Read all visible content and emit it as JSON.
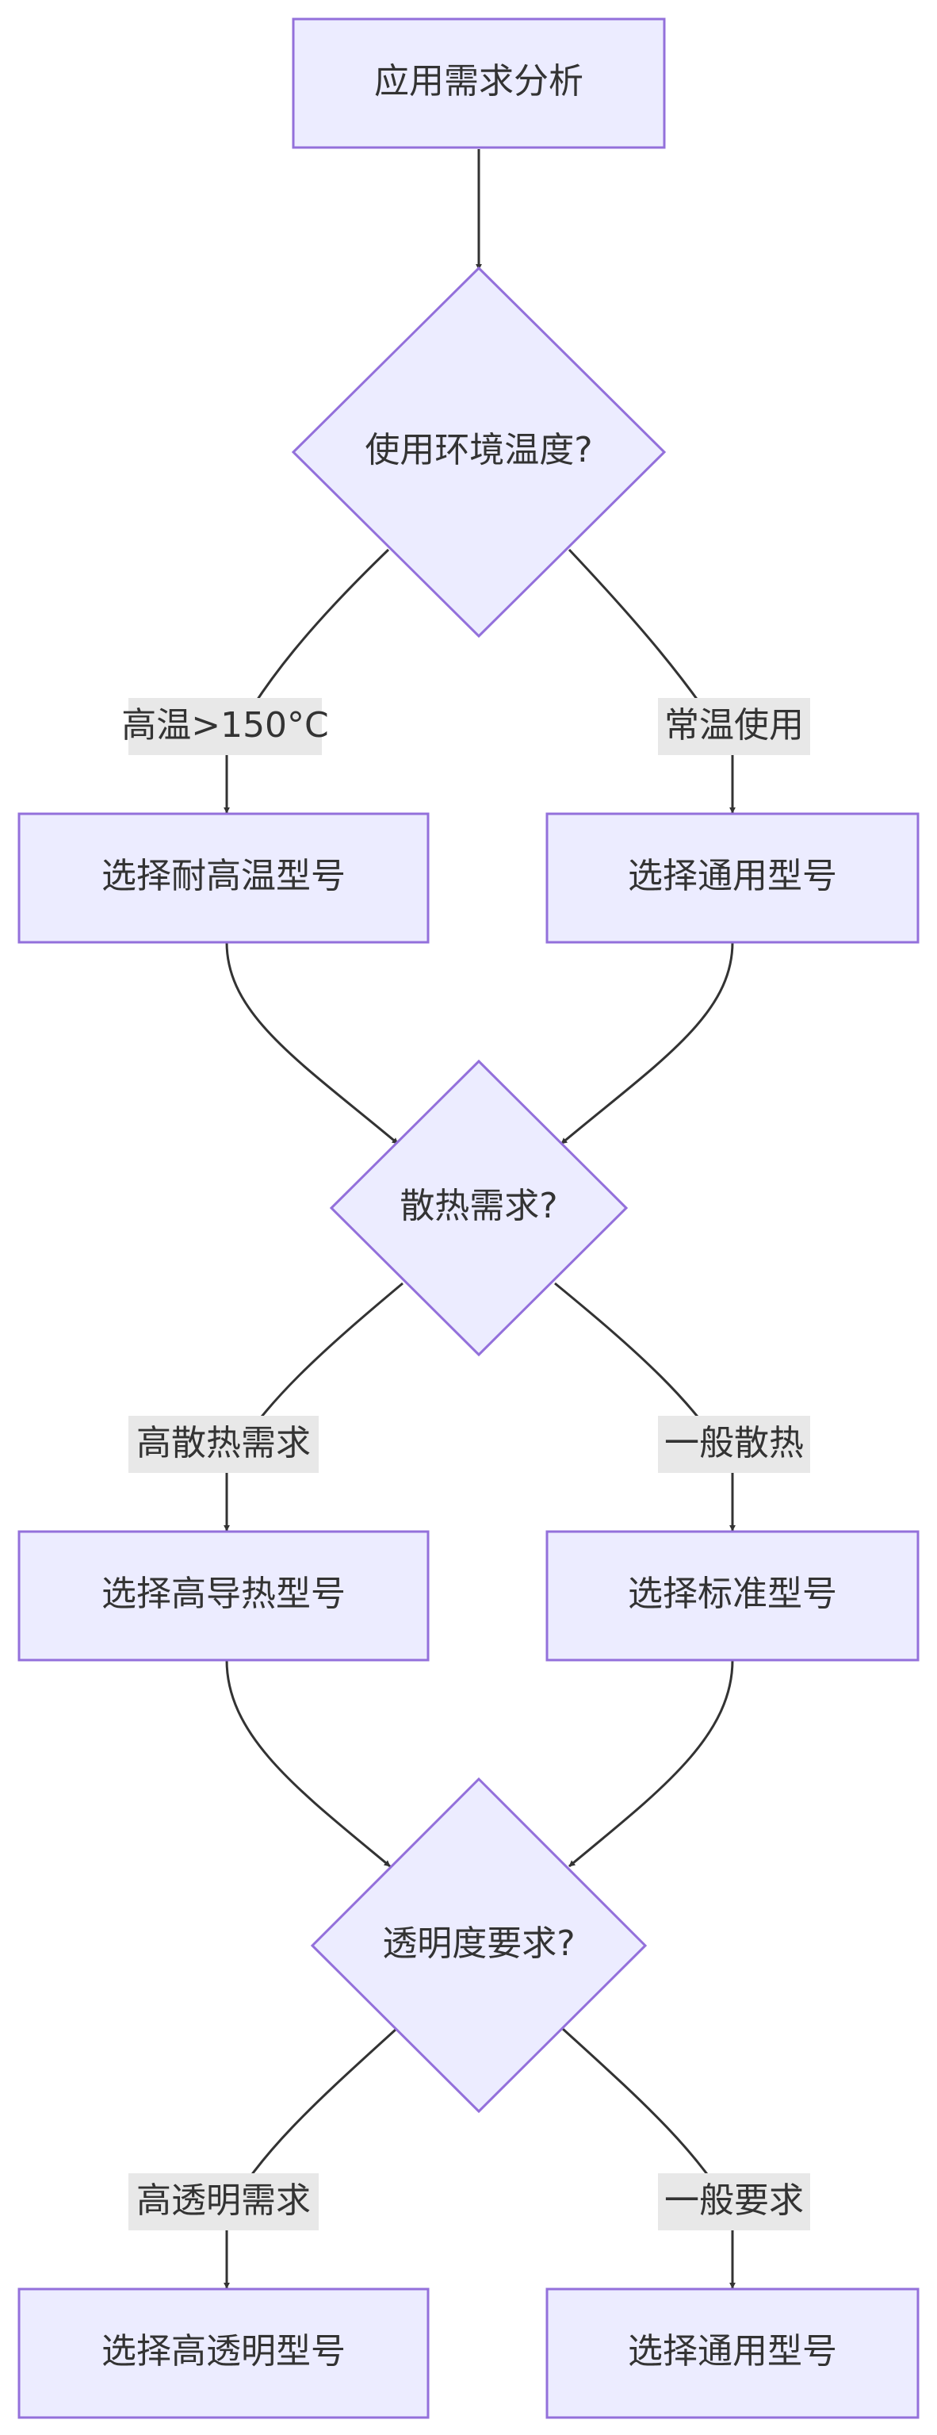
{
  "nodes": {
    "start": {
      "label": "应用需求分析"
    },
    "temp_decision": {
      "label": "使用环境温度?"
    },
    "high_temp_model": {
      "label": "选择耐高温型号"
    },
    "general_model_1": {
      "label": "选择通用型号"
    },
    "heat_decision": {
      "label": "散热需求?"
    },
    "high_conduct_model": {
      "label": "选择高导热型号"
    },
    "standard_model": {
      "label": "选择标准型号"
    },
    "transparency_decision": {
      "label": "透明度要求?"
    },
    "high_transparent_model": {
      "label": "选择高透明型号"
    },
    "general_model_2": {
      "label": "选择通用型号"
    }
  },
  "edge_labels": {
    "high_temp": "高温>150°C",
    "room_temp": "常温使用",
    "high_heat": "高散热需求",
    "general_heat": "一般散热",
    "high_transparency": "高透明需求",
    "general_requirement": "一般要求"
  },
  "colors": {
    "node_fill": "#ececff",
    "node_stroke": "#9370db",
    "edge": "#333333",
    "edge_label_bg": "#e8e8e8",
    "text": "#333333"
  }
}
